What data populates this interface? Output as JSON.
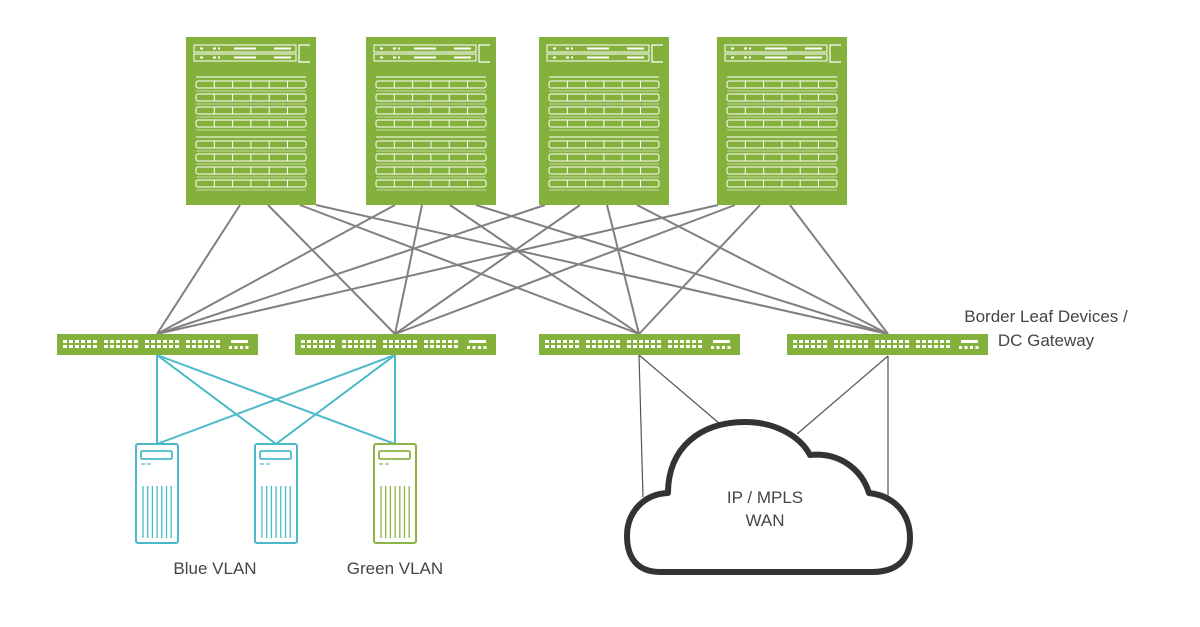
{
  "diagram": {
    "colors": {
      "device_green": "#84b03c",
      "uplink_gray": "#808080",
      "access_teal": "#4ab9c9",
      "server_green": "#8ab446",
      "cloud_stroke": "#333333",
      "wan_line": "#555555",
      "text": "#454545"
    },
    "spines": [
      {
        "id": "spine-1",
        "label": ""
      },
      {
        "id": "spine-2",
        "label": ""
      },
      {
        "id": "spine-3",
        "label": ""
      },
      {
        "id": "spine-4",
        "label": ""
      }
    ],
    "leaves": [
      {
        "id": "leaf-1",
        "role": "leaf"
      },
      {
        "id": "leaf-2",
        "role": "leaf"
      },
      {
        "id": "leaf-3",
        "role": "border-leaf"
      },
      {
        "id": "leaf-4",
        "role": "border-leaf"
      }
    ],
    "fabric_links": "full-mesh spine-to-leaf",
    "servers": [
      {
        "id": "server-1",
        "vlan": "blue"
      },
      {
        "id": "server-2",
        "vlan": "blue"
      },
      {
        "id": "server-3",
        "vlan": "green"
      }
    ],
    "access_links": [
      [
        "leaf-1",
        "server-1"
      ],
      [
        "leaf-1",
        "server-2"
      ],
      [
        "leaf-1",
        "server-3"
      ],
      [
        "leaf-2",
        "server-1"
      ],
      [
        "leaf-2",
        "server-2"
      ],
      [
        "leaf-2",
        "server-3"
      ]
    ],
    "wan_links": [
      [
        "leaf-3",
        "wan-cloud"
      ],
      [
        "leaf-3",
        "wan-cloud"
      ],
      [
        "leaf-4",
        "wan-cloud"
      ],
      [
        "leaf-4",
        "wan-cloud"
      ]
    ],
    "labels": {
      "blue_vlan": "Blue VLAN",
      "green_vlan": "Green VLAN",
      "border_leaf_line1": "Border Leaf Devices /",
      "border_leaf_line2": "DC Gateway",
      "cloud_line1": "IP / MPLS",
      "cloud_line2": "WAN"
    }
  }
}
